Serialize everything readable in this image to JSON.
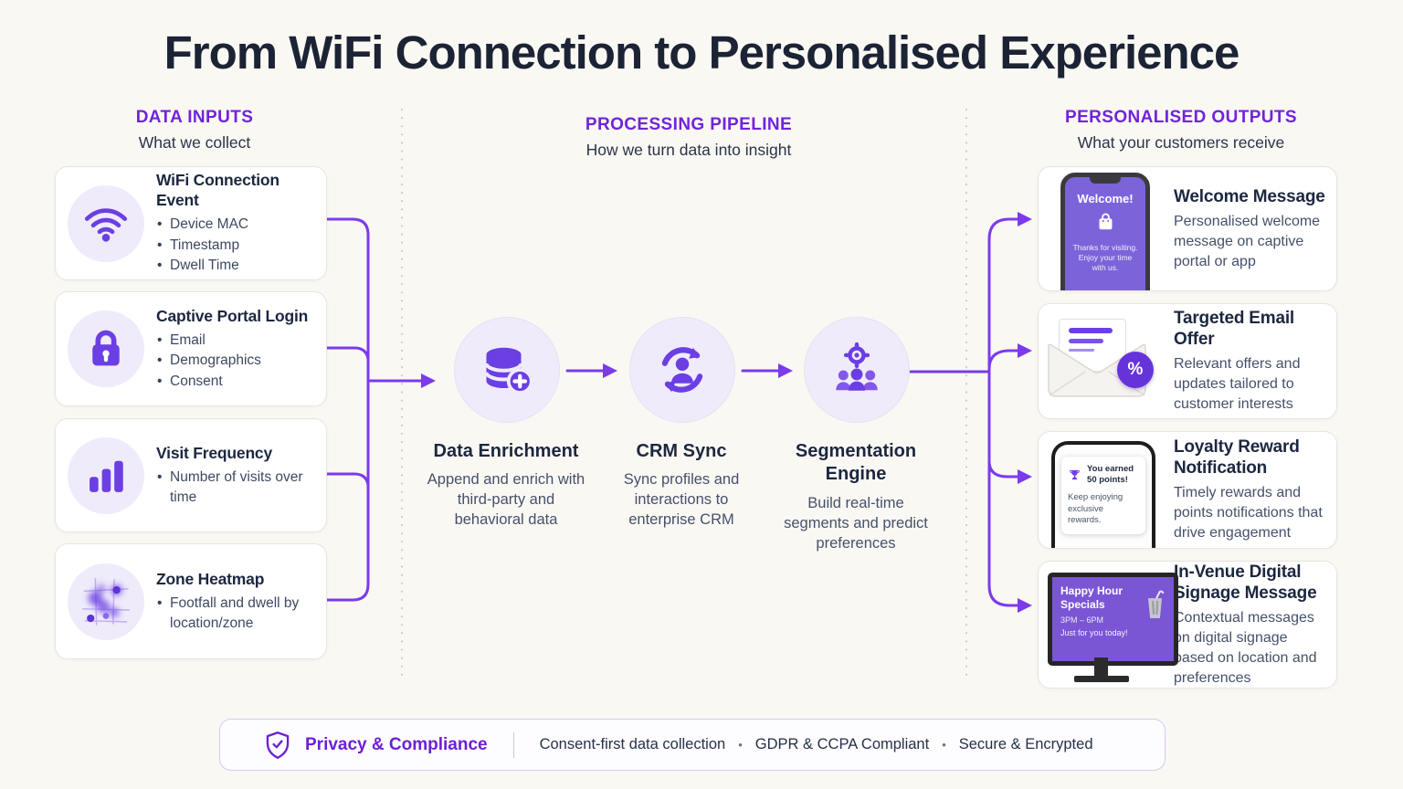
{
  "title": "From WiFi Connection to Personalised Experience",
  "inputs": {
    "header": "DATA INPUTS",
    "subheader": "What we collect",
    "cards": [
      {
        "icon": "wifi-icon",
        "title": "WiFi Connection Event",
        "bullets": [
          "Device MAC",
          "Timestamp",
          "Dwell Time"
        ]
      },
      {
        "icon": "lock-icon",
        "title": "Captive Portal Login",
        "bullets": [
          "Email",
          "Demographics",
          "Consent"
        ]
      },
      {
        "icon": "bar-chart-icon",
        "title": "Visit Frequency",
        "bullets": [
          "Number of visits over time"
        ]
      },
      {
        "icon": "heatmap-icon",
        "title": "Zone Heatmap",
        "bullets": [
          "Footfall and dwell by location/zone"
        ]
      }
    ]
  },
  "pipeline": {
    "header": "PROCESSING PIPELINE",
    "subheader": "How we turn data into insight",
    "steps": [
      {
        "icon": "database-add-icon",
        "title": "Data Enrichment",
        "description": "Append and enrich with third-party and behavioral data"
      },
      {
        "icon": "crm-sync-icon",
        "title": "CRM Sync",
        "description": "Sync profiles and interactions to enterprise CRM"
      },
      {
        "icon": "segmentation-icon",
        "title": "Segmentation Engine",
        "description": "Build real-time segments and predict preferences"
      }
    ]
  },
  "outputs": {
    "header": "PERSONALISED OUTPUTS",
    "subheader": "What your customers receive",
    "cards": [
      {
        "title": "Welcome Message",
        "description": "Personalised welcome message on captive portal or app",
        "mock": {
          "heading": "Welcome!",
          "body": "Thanks for visiting. Enjoy your time with us."
        }
      },
      {
        "title": "Targeted Email Offer",
        "description": "Relevant offers and updates tailored to customer interests",
        "mock": {
          "badge": "%"
        }
      },
      {
        "title": "Loyalty Reward Notification",
        "description": "Timely rewards and points notifications that drive engagement",
        "mock": {
          "line1": "You earned 50 points!",
          "line2": "Keep enjoying exclusive rewards."
        }
      },
      {
        "title": "In-Venue Digital Signage Message",
        "description": "Contextual messages on digital signage based on location and preferences",
        "mock": {
          "line1": "Happy Hour Specials",
          "line2": "3PM – 6PM",
          "line3": "Just for you today!"
        }
      }
    ]
  },
  "footer": {
    "title": "Privacy & Compliance",
    "items": [
      "Consent-first data collection",
      "GDPR & CCPA Compliant",
      "Secure & Encrypted"
    ],
    "separator": "•"
  },
  "colors": {
    "background": "#FAF8F3",
    "title_navy": "#1B2335",
    "header_purple": "#7123DC",
    "accent_purple": "#6B3FE4",
    "connector_purple": "#7C3AED",
    "mock_screen_purple": "#7D63DA"
  }
}
